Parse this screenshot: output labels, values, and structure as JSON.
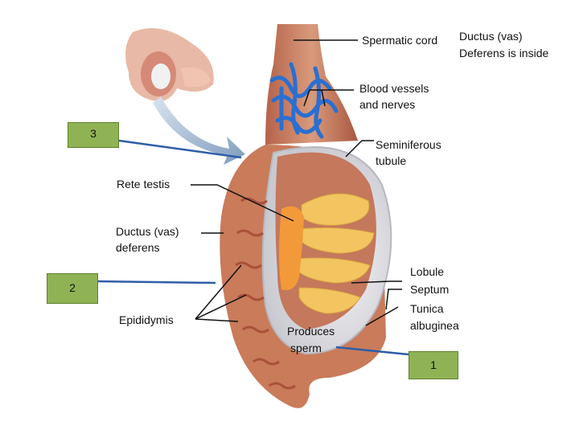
{
  "labels": {
    "spermatic_cord": "Spermatic cord",
    "ductus_vas_inside_line1": "Ductus (vas)",
    "ductus_vas_inside_line2": "Deferens is inside",
    "blood_vessels_line1": "Blood vessels",
    "blood_vessels_line2": "and nerves",
    "seminiferous_line1": "Seminiferous",
    "seminiferous_line2": "tubule",
    "rete_testis": "Rete testis",
    "ductus_deferens_line1": "Ductus (vas)",
    "ductus_deferens_line2": "deferens",
    "epididymis": "Epididymis",
    "produces_line1": "Produces",
    "produces_line2": "sperm",
    "lobule": "Lobule",
    "septum": "Septum",
    "tunica_line1": "Tunica",
    "tunica_line2": "albuginea"
  },
  "answer_boxes": {
    "box1": "1",
    "box2": "2",
    "box3": "3"
  },
  "colors": {
    "box_fill": "#8fb354",
    "tissue": "#c97b5a",
    "tubule": "#f2c560",
    "vessels": "#2a6fd1",
    "tunica": "#e6e6ea"
  }
}
